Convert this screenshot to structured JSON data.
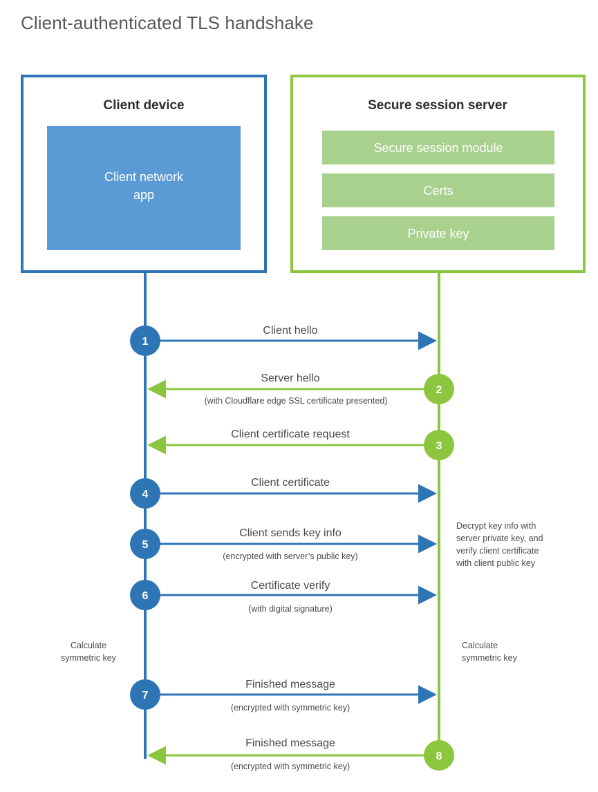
{
  "page": {
    "title": "Client-authenticated TLS handshake",
    "background": "#ffffff"
  },
  "colors": {
    "client_border": "#2e75b6",
    "client_fill": "#5b9bd5",
    "server_border": "#8cc63f",
    "server_fill": "#a9d18e",
    "client_lane": "#2e75b6",
    "server_lane": "#8cc63f",
    "text_dark": "#2f2f2f",
    "text_body": "#4a4a4a",
    "title_gray": "#58595b"
  },
  "lanes": {
    "client": {
      "title": "Client device",
      "inner_boxes": [
        {
          "label_line1": "Client network",
          "label_line2": "app"
        }
      ]
    },
    "server": {
      "title": "Secure session server",
      "inner_boxes": [
        {
          "label": "Secure session module"
        },
        {
          "label": "Certs"
        },
        {
          "label": "Private key"
        }
      ]
    }
  },
  "steps": [
    {
      "number": "1",
      "direction": "client-to-server",
      "origin": "client",
      "label": "Client hello",
      "sublabel": ""
    },
    {
      "number": "2",
      "direction": "server-to-client",
      "origin": "server",
      "label": "Server hello",
      "sublabel": "(with Cloudflare edge SSL certificate presented)"
    },
    {
      "number": "3",
      "direction": "server-to-client",
      "origin": "server",
      "label": "Client certificate request",
      "sublabel": ""
    },
    {
      "number": "4",
      "direction": "client-to-server",
      "origin": "client",
      "label": "Client certificate",
      "sublabel": ""
    },
    {
      "number": "5",
      "direction": "client-to-server",
      "origin": "client",
      "label": "Client sends key info",
      "sublabel": "(encrypted with server’s public key)"
    },
    {
      "number": "6",
      "direction": "client-to-server",
      "origin": "client",
      "label": "Certificate verify",
      "sublabel": "(with digital signature)"
    },
    {
      "number": "7",
      "direction": "client-to-server",
      "origin": "client",
      "label": "Finished message",
      "sublabel": "(encrypted with symmetric key)"
    },
    {
      "number": "8",
      "direction": "server-to-client",
      "origin": "server",
      "label": "Finished message",
      "sublabel": "(encrypted with symmetric key)"
    }
  ],
  "notes": {
    "server_decrypt": {
      "lines": [
        "Decrypt key info with",
        "server private key, and",
        "verify client certificate",
        "with client public key"
      ]
    },
    "client_calculate": {
      "lines": [
        "Calculate",
        "symmetric key"
      ]
    },
    "server_calculate": {
      "lines": [
        "Calculate",
        "symmetric key"
      ]
    }
  }
}
